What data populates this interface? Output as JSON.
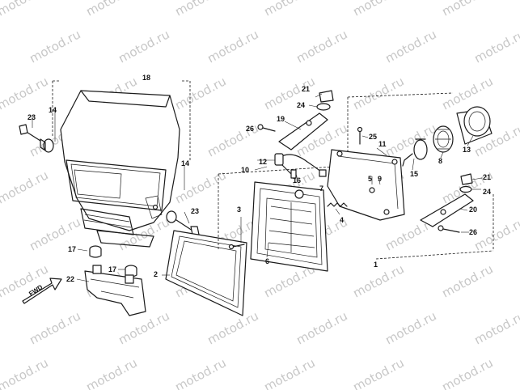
{
  "watermark": {
    "text": "motod.ru"
  },
  "direction_marker": {
    "text": "FWD"
  },
  "callouts": {
    "n1": "1",
    "n2": "2",
    "n3": "3",
    "n4": "4",
    "n5": "5",
    "n6": "6",
    "n7": "7",
    "n8": "8",
    "n9": "9",
    "n10": "10",
    "n11": "11",
    "n12": "12",
    "n13": "13",
    "n14a": "14",
    "n14b": "14",
    "n15": "15",
    "n16": "16",
    "n17a": "17",
    "n17b": "17",
    "n18": "18",
    "n19": "19",
    "n20": "20",
    "n21a": "21",
    "n21b": "21",
    "n22": "22",
    "n23a": "23",
    "n23b": "23",
    "n24a": "24",
    "n24b": "24",
    "n25": "25",
    "n26a": "26",
    "n26b": "26"
  }
}
